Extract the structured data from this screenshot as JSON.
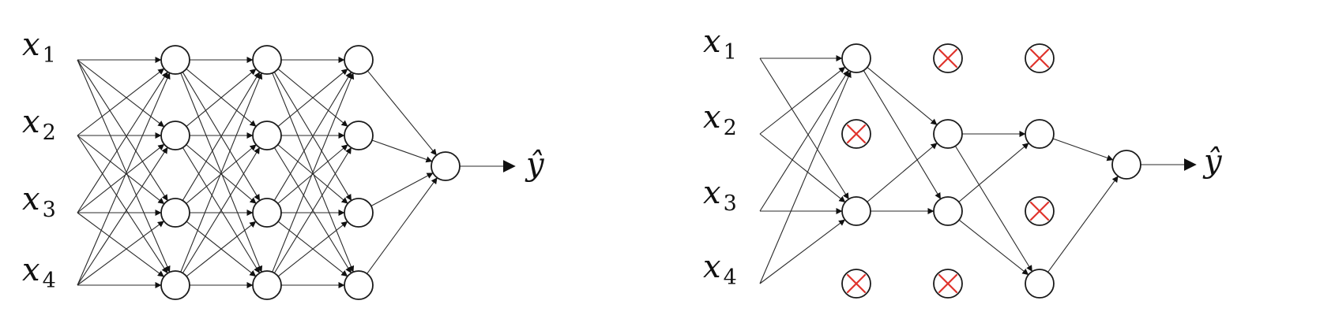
{
  "diagram": {
    "input_labels": [
      {
        "base": "x",
        "sub": "1"
      },
      {
        "base": "x",
        "sub": "2"
      },
      {
        "base": "x",
        "sub": "3"
      },
      {
        "base": "x",
        "sub": "4"
      }
    ],
    "output_label": "ŷ",
    "left_network": {
      "hidden_layers": [
        {
          "units": [
            {
              "dropped": false
            },
            {
              "dropped": false
            },
            {
              "dropped": false
            },
            {
              "dropped": false
            }
          ]
        },
        {
          "units": [
            {
              "dropped": false
            },
            {
              "dropped": false
            },
            {
              "dropped": false
            },
            {
              "dropped": false
            }
          ]
        },
        {
          "units": [
            {
              "dropped": false
            },
            {
              "dropped": false
            },
            {
              "dropped": false
            },
            {
              "dropped": false
            }
          ]
        }
      ]
    },
    "right_network": {
      "hidden_layers": [
        {
          "units": [
            {
              "dropped": false
            },
            {
              "dropped": true
            },
            {
              "dropped": false
            },
            {
              "dropped": true
            }
          ]
        },
        {
          "units": [
            {
              "dropped": true
            },
            {
              "dropped": false
            },
            {
              "dropped": false
            },
            {
              "dropped": true
            }
          ]
        },
        {
          "units": [
            {
              "dropped": true
            },
            {
              "dropped": false
            },
            {
              "dropped": true
            },
            {
              "dropped": false
            }
          ]
        }
      ]
    },
    "colors": {
      "line": "#2a2a2a",
      "node_stroke": "#1a1a1a",
      "drop_mark": "#e0332c"
    }
  }
}
